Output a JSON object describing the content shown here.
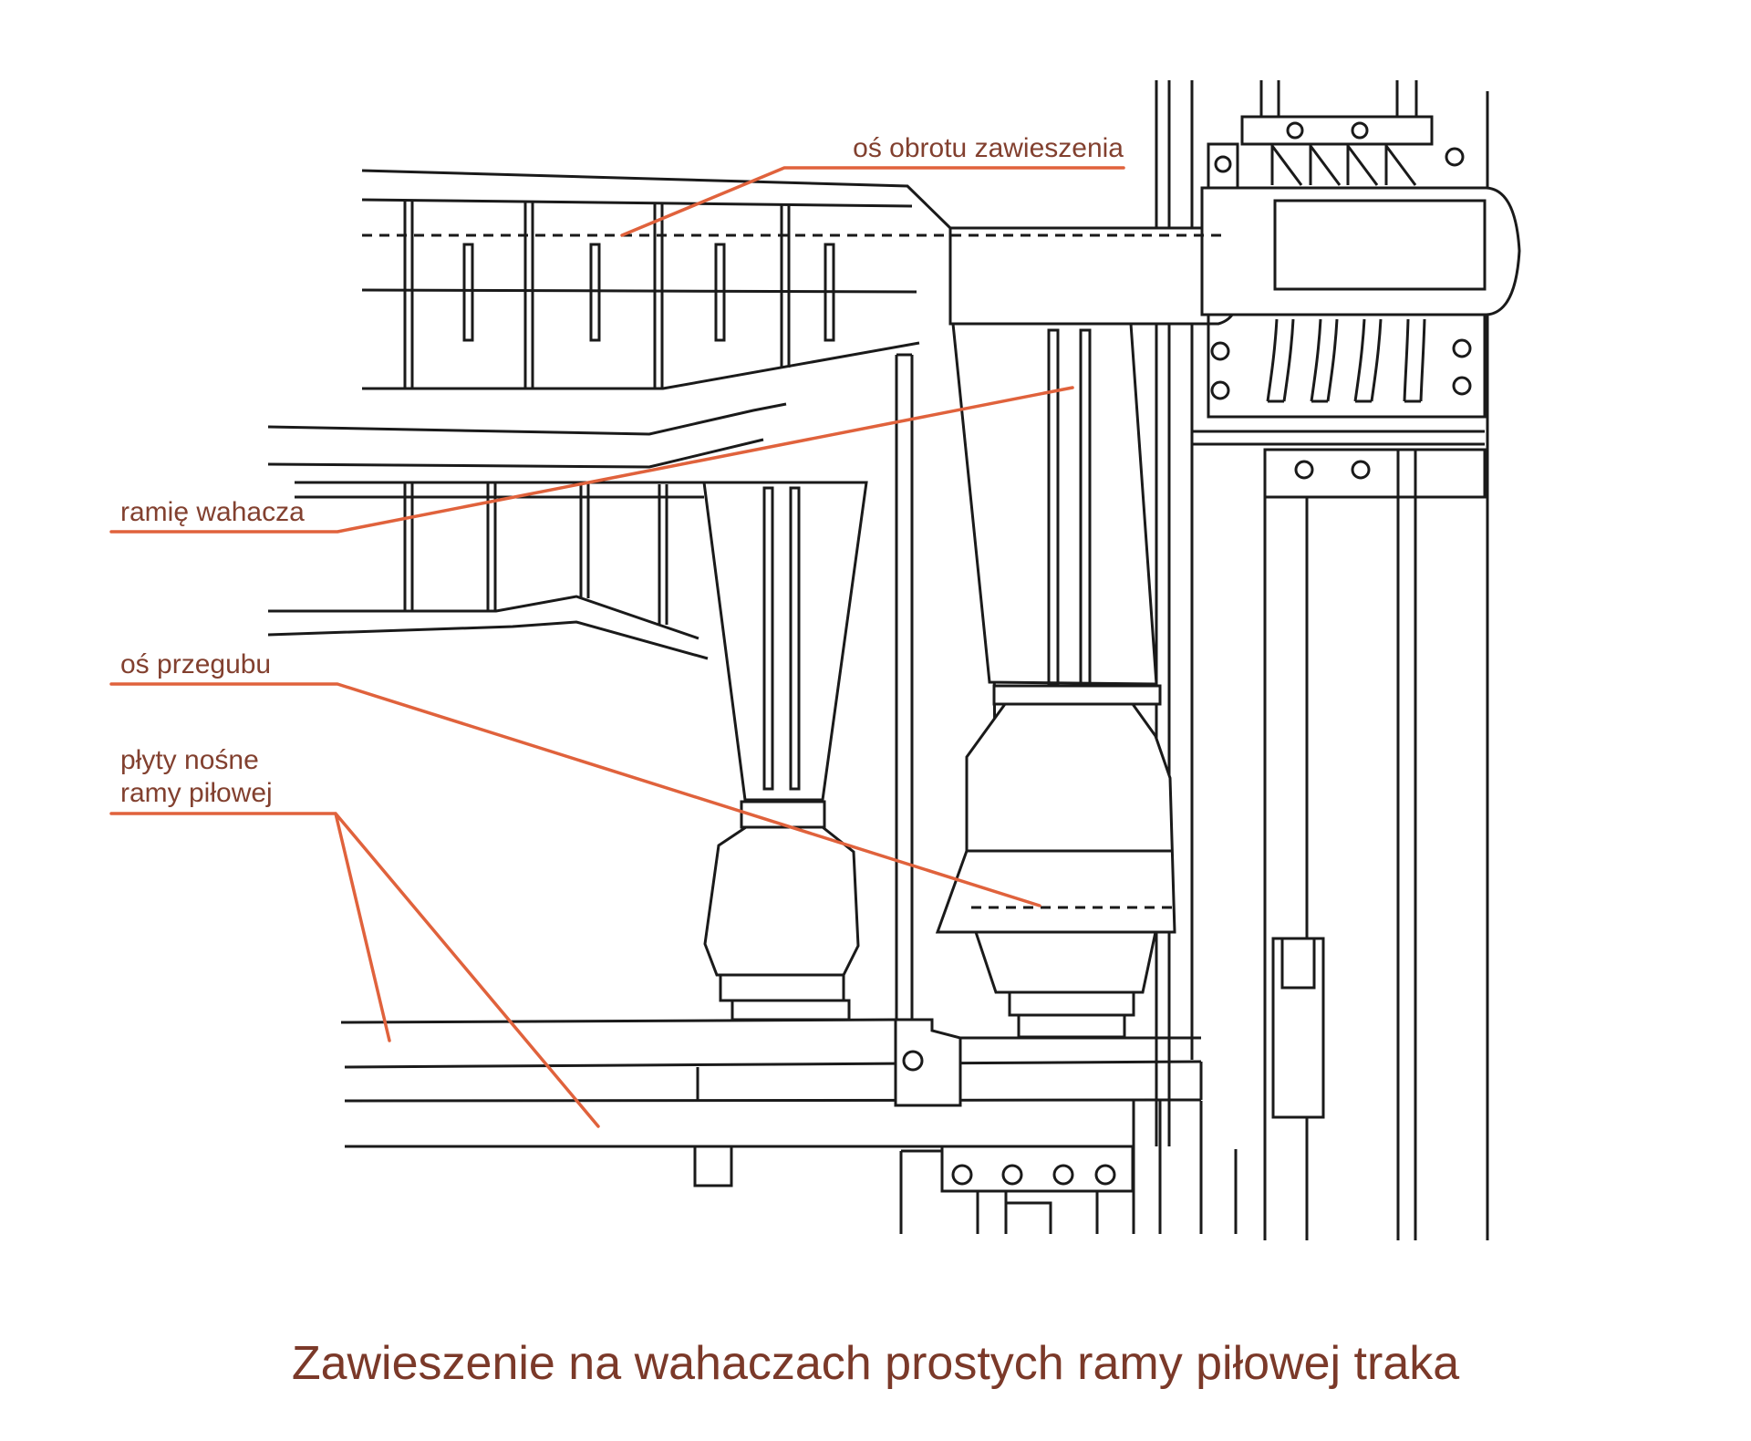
{
  "diagram": {
    "title": "Zawieszenie na wahaczach prostych ramy piłowej traka",
    "labels": {
      "pivot_axis": "oś obrotu zawieszenia",
      "rocker_arm": "ramię wahacza",
      "joint_axis": "oś przegubu",
      "carrier_plates_line1": "płyty nośne",
      "carrier_plates_line2": "ramy piłowej"
    },
    "colors": {
      "line": "#1a1a1a",
      "leader": "#e0623c",
      "label_text": "#82402f",
      "title_text": "#7b3929",
      "background": "#ffffff"
    }
  }
}
